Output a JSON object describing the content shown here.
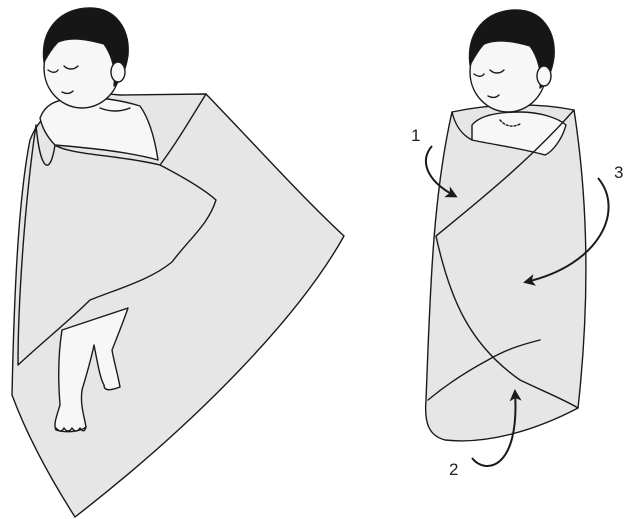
{
  "step_labels": {
    "one": "1",
    "two": "2",
    "three": "3"
  },
  "colors": {
    "blanket": "#e6e6e6",
    "skin": "#f7f7f7",
    "hair": "#161616",
    "ink": "#1a1a1a",
    "background": "#ffffff"
  },
  "figures": [
    {
      "name": "baby-partly-wrapped",
      "icon": "swaddle-step-figure"
    },
    {
      "name": "baby-fully-swaddled",
      "icon": "swaddle-result-figure"
    }
  ],
  "arrows": [
    {
      "step": "1",
      "direction": "curve-down-right"
    },
    {
      "step": "2",
      "direction": "curve-up"
    },
    {
      "step": "3",
      "direction": "curve-down-left"
    }
  ]
}
